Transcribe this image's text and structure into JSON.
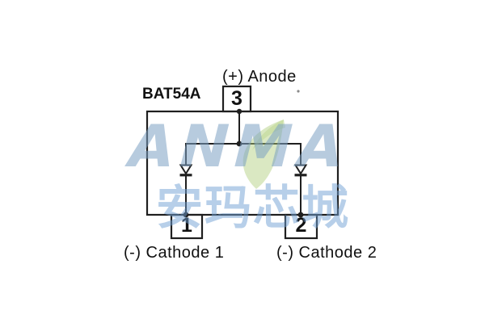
{
  "diagram": {
    "part_number": "BAT54A",
    "anode_label": "(+) Anode",
    "cathode1_label": "(-) Cathode 1",
    "cathode2_label": "(-) Cathode 2",
    "pins": {
      "anode_pin": "3",
      "cathode1_pin": "1",
      "cathode2_pin": "2"
    },
    "topology": "dual Schottky diode, common anode on pin 3, cathodes on pins 1 and 2"
  },
  "watermark": {
    "logo_text": "ANMA",
    "cjk_text": "安玛芯城"
  },
  "colors": {
    "background": "#ffffff",
    "line": "#1f1f1f",
    "text": "#111111",
    "watermark_blue": "#7ca1c2",
    "watermark_cjk_blue": "#6f9fd4",
    "watermark_leaf_green": "#aecd77"
  }
}
